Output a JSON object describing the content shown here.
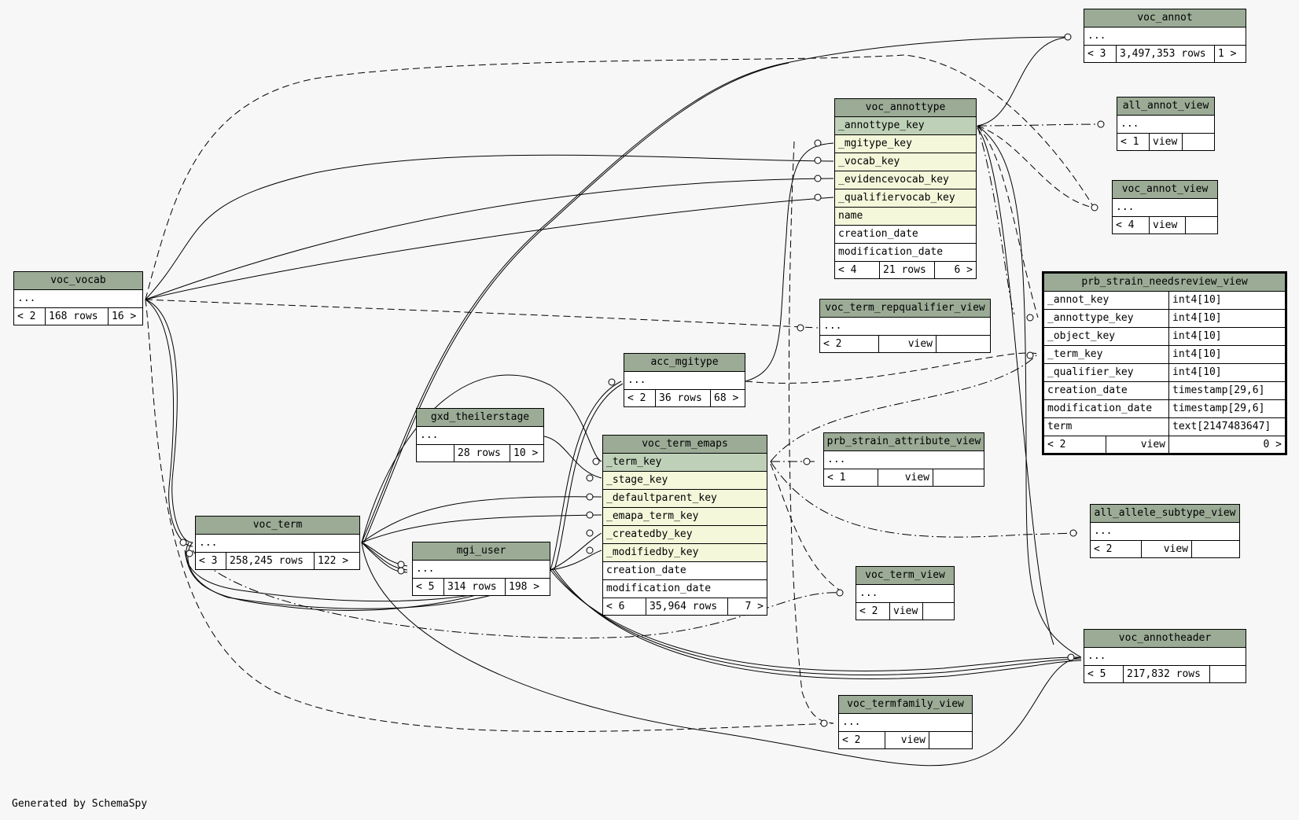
{
  "footer": "Generated by SchemaSpy",
  "tables": {
    "voc_annot": {
      "title": "voc_annot",
      "ellipsis": "...",
      "parents": "< 3",
      "rows": "3,497,353 rows",
      "children": "1 >"
    },
    "all_annot_view": {
      "title": "all_annot_view",
      "ellipsis": "...",
      "parents": "< 1",
      "kind": "view"
    },
    "voc_annottype": {
      "title": "voc_annottype",
      "columns": [
        "_annottype_key",
        "_mgitype_key",
        "_vocab_key",
        "_evidencevocab_key",
        "_qualifiervocab_key",
        "name",
        "creation_date",
        "modification_date"
      ],
      "parents": "< 4",
      "rows": "21 rows",
      "children": "6 >"
    },
    "voc_annot_view": {
      "title": "voc_annot_view",
      "ellipsis": "...",
      "parents": "< 4",
      "kind": "view"
    },
    "prb_strain_needsreview_view": {
      "title": "prb_strain_needsreview_view",
      "columns": [
        {
          "name": "_annot_key",
          "type": "int4[10]"
        },
        {
          "name": "_annottype_key",
          "type": "int4[10]"
        },
        {
          "name": "_object_key",
          "type": "int4[10]"
        },
        {
          "name": "_term_key",
          "type": "int4[10]"
        },
        {
          "name": "_qualifier_key",
          "type": "int4[10]"
        },
        {
          "name": "creation_date",
          "type": "timestamp[29,6]"
        },
        {
          "name": "modification_date",
          "type": "timestamp[29,6]"
        },
        {
          "name": "term",
          "type": "text[2147483647]"
        }
      ],
      "parents": "< 2",
      "kind": "view",
      "children": "0 >"
    },
    "voc_vocab": {
      "title": "voc_vocab",
      "ellipsis": "...",
      "parents": "< 2",
      "rows": "168 rows",
      "children": "16 >"
    },
    "voc_term_repqualifier_view": {
      "title": "voc_term_repqualifier_view",
      "ellipsis": "...",
      "parents": "< 2",
      "kind": "view"
    },
    "acc_mgitype": {
      "title": "acc_mgitype",
      "ellipsis": "...",
      "parents": "< 2",
      "rows": "36 rows",
      "children": "68 >"
    },
    "gxd_theilerstage": {
      "title": "gxd_theilerstage",
      "ellipsis": "...",
      "rows": "28 rows",
      "children": "10 >"
    },
    "voc_term_emaps": {
      "title": "voc_term_emaps",
      "columns": [
        "_term_key",
        "_stage_key",
        "_defaultparent_key",
        "_emapa_term_key",
        "_createdby_key",
        "_modifiedby_key",
        "creation_date",
        "modification_date"
      ],
      "parents": "< 6",
      "rows": "35,964 rows",
      "children": "7 >"
    },
    "prb_strain_attribute_view": {
      "title": "prb_strain_attribute_view",
      "ellipsis": "...",
      "parents": "< 1",
      "kind": "view"
    },
    "all_allele_subtype_view": {
      "title": "all_allele_subtype_view",
      "ellipsis": "...",
      "parents": "< 2",
      "kind": "view"
    },
    "voc_term": {
      "title": "voc_term",
      "ellipsis": "...",
      "parents": "< 3",
      "rows": "258,245 rows",
      "children": "122 >"
    },
    "mgi_user": {
      "title": "mgi_user",
      "ellipsis": "...",
      "parents": "< 5",
      "rows": "314 rows",
      "children": "198 >"
    },
    "voc_term_view": {
      "title": "voc_term_view",
      "ellipsis": "...",
      "parents": "< 2",
      "kind": "view"
    },
    "voc_annotheader": {
      "title": "voc_annotheader",
      "ellipsis": "...",
      "parents": "< 5",
      "rows": "217,832 rows"
    },
    "voc_termfamily_view": {
      "title": "voc_termfamily_view",
      "ellipsis": "...",
      "parents": "< 2",
      "kind": "view"
    }
  }
}
